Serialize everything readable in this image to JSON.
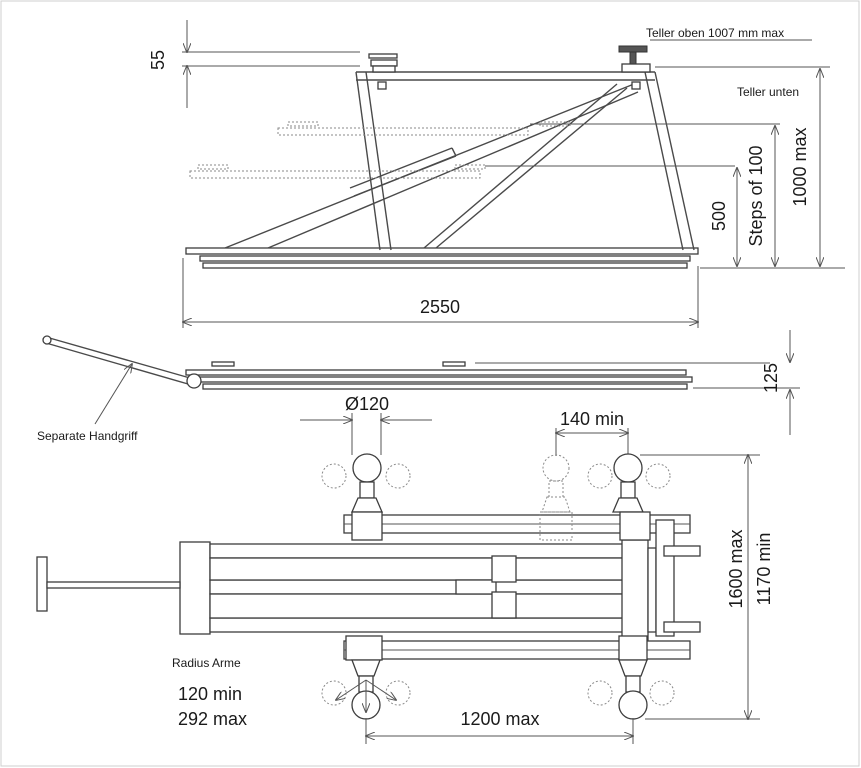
{
  "labels": {
    "dim_55": "55",
    "teller_oben": "Teller oben 1007 mm max",
    "teller_unten": "Teller unten",
    "dim_1000_max": "1000 max",
    "steps_of_100": "Steps of 100",
    "dim_500": "500",
    "dim_2550": "2550",
    "dim_125": "125",
    "separate_handgriff": "Separate Handgriff",
    "dia_120": "Ø120",
    "dim_140_min": "140 min",
    "dim_1600_max": "1600 max",
    "dim_1170_min": "1170 min",
    "radius_arme": "Radius Arme",
    "radius_120_min": "120 min",
    "radius_292_max": "292 max",
    "dim_1200_max": "1200 max"
  }
}
